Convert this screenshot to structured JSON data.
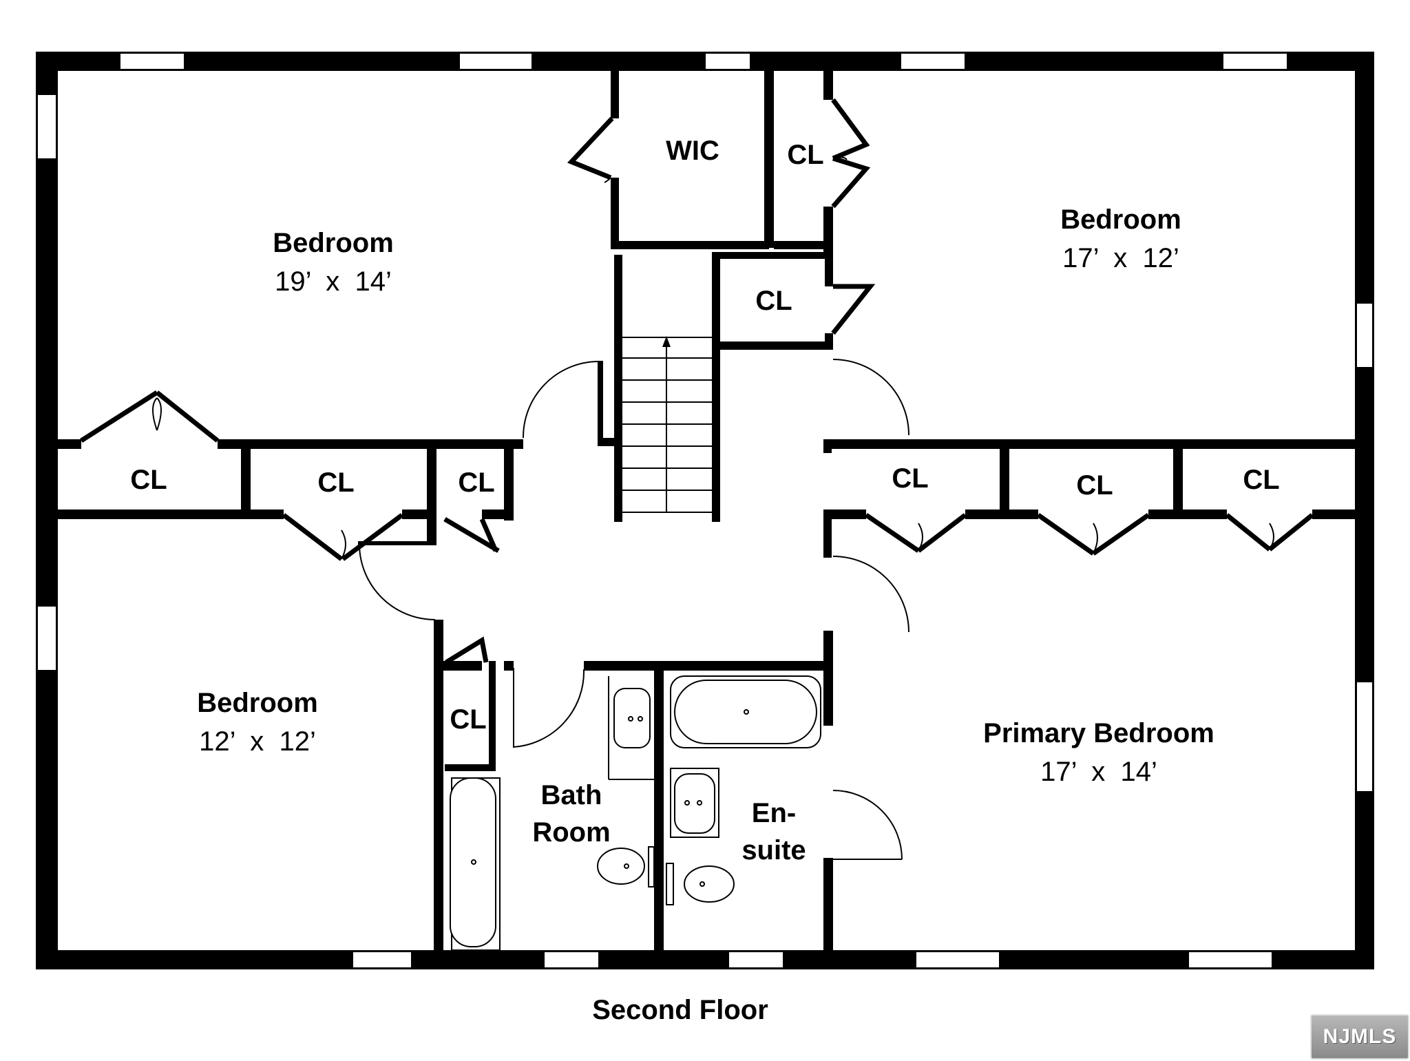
{
  "plan": {
    "caption": "Second Floor",
    "watermark": "NJMLS",
    "rooms": {
      "bedroom_nw": {
        "label": "Bedroom",
        "dims": "19’  x  14’"
      },
      "bedroom_ne": {
        "label": "Bedroom",
        "dims": "17’  x  12’"
      },
      "bedroom_sw": {
        "label": "Bedroom",
        "dims": "12’  x  12’"
      },
      "primary": {
        "label": "Primary Bedroom",
        "dims": "17’  x  14’"
      },
      "wic": {
        "label": "WIC"
      },
      "bath_line1": "Bath",
      "bath_line2": "Room",
      "ensuite_line1": "En-",
      "ensuite_line2": "suite",
      "closet_label": "CL"
    }
  }
}
